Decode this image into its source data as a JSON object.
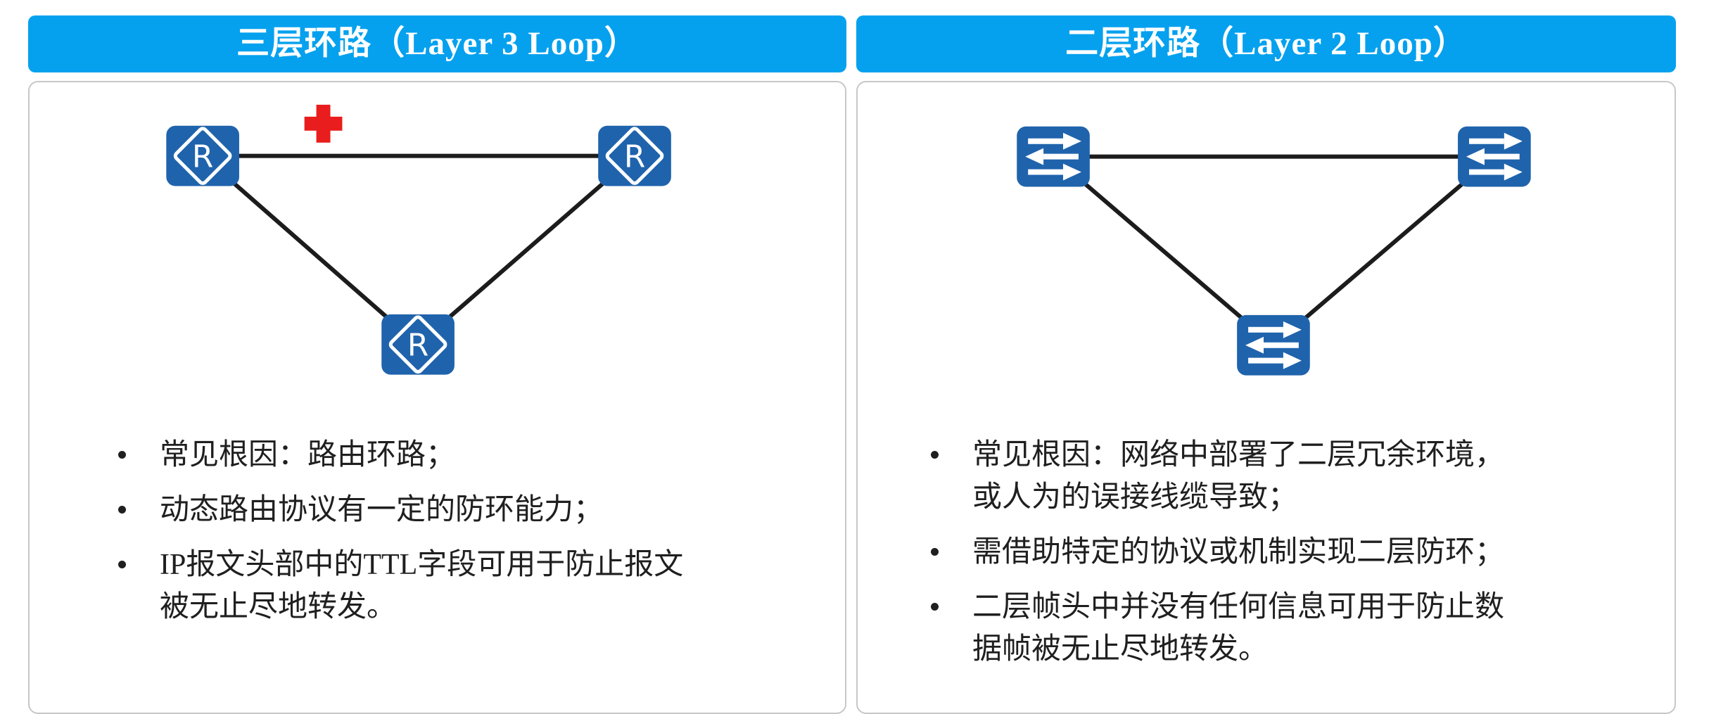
{
  "colors": {
    "header_bg": "#05A1EE",
    "header_text": "#FFFFFF",
    "node_blue": "#1F63AC",
    "error_red": "#E91D1D",
    "link_black": "#1C1C1C",
    "panel_border": "#C7C7C7",
    "text": "#1F1F1F"
  },
  "icons": {
    "router-icon": "blue rounded square, white diamond outline with letter R",
    "switch-icon": "blue rounded square, three white horizontal arrows (right / left / right)",
    "error-cross-icon": "red plus cross marking the faulty/looping link"
  },
  "panels": [
    {
      "title": "三层环路（Layer 3 Loop）",
      "device": "router",
      "node_label": "R",
      "bullets": [
        {
          "lines": [
            "常见根因：路由环路；"
          ]
        },
        {
          "lines": [
            "动态路由协议有一定的防环能力；"
          ]
        },
        {
          "lines": [
            "IP报文头部中的TTL字段可用于防止报文",
            "被无止尽地转发。"
          ]
        }
      ]
    },
    {
      "title": "二层环路（Layer 2 Loop）",
      "device": "switch",
      "bullets": [
        {
          "lines": [
            "常见根因：网络中部署了二层冗余环境，",
            "或人为的误接线缆导致；"
          ]
        },
        {
          "lines": [
            "需借助特定的协议或机制实现二层防环；"
          ]
        },
        {
          "lines": [
            "二层帧头中并没有任何信息可用于防止数",
            "据帧被无止尽地转发。"
          ]
        }
      ]
    }
  ]
}
